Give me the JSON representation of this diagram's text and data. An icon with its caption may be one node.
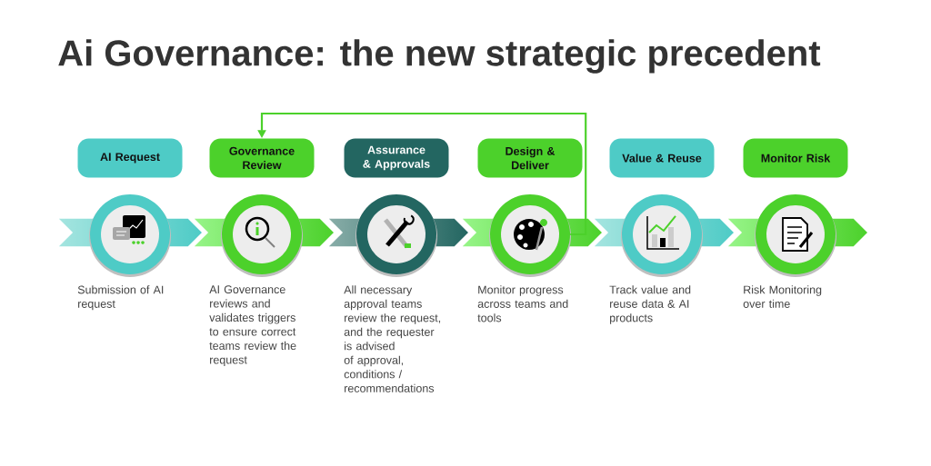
{
  "diagram": {
    "title": "Ai Governance: the new strategic precedent",
    "nodes": [
      {
        "text": [
          "AI Request"
        ]
      },
      {
        "text": [
          "Governance Review"
        ]
      },
      {
        "text": [
          "Assurance & Approvals"
        ]
      },
      {
        "text": [
          "Design & Deliver"
        ]
      },
      {
        "text": [
          "Value & Reuse"
        ]
      },
      {
        "text": [
          "Monitor Risk"
        ]
      },
      {
        "text": [],
        "shape": "circle"
      },
      {
        "text": [],
        "shape": "circle"
      },
      {
        "text": [],
        "shape": "circle"
      },
      {
        "text": [],
        "shape": "circle"
      },
      {
        "text": [],
        "shape": "circle"
      },
      {
        "text": [],
        "shape": "circle"
      }
    ],
    "edges": [
      {
        "from": 9,
        "to": 1,
        "arrow": "to"
      }
    ],
    "labels": [
      "Submission of AI request",
      "AI Governance reviews and validates triggers to ensure correct teams review the request",
      "All necessary approval teams review the request, and the requester is advised of approval, conditions / recommendations",
      "Monitor progress across teams and tools",
      "Track value and reuse data & AI products",
      "Risk Monitoring over time"
    ]
  }
}
